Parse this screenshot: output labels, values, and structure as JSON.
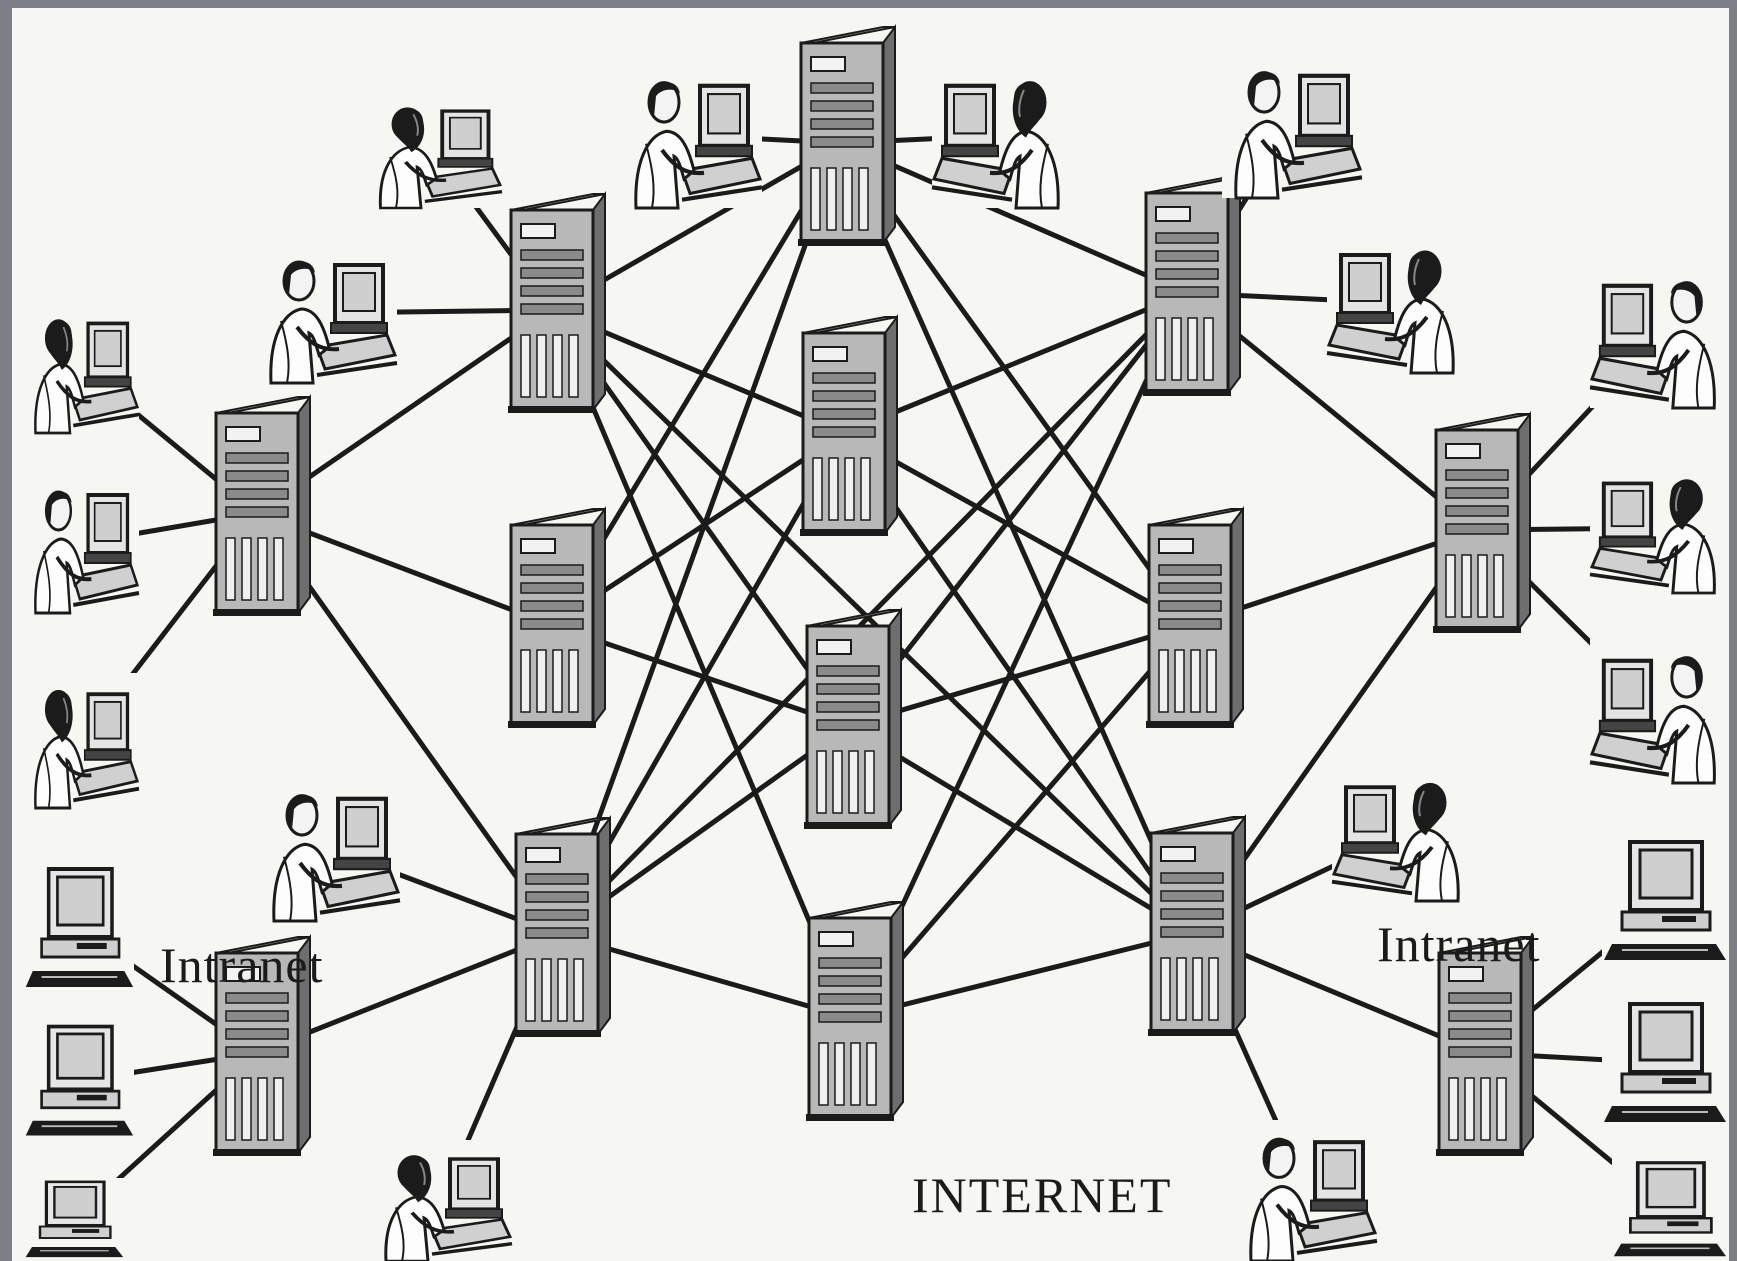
{
  "labels": {
    "intranet_left": "Intranet",
    "intranet_right": "Intranet",
    "internet": "INTERNET"
  },
  "colors": {
    "ink": "#1b1b1b",
    "paper": "#f6f6f3",
    "server_fill": "#b8b8b8",
    "server_side": "#6e6e6e",
    "screen": "#cfcfcf",
    "border": "#7d7f86"
  },
  "icons": {
    "server": "server-tower-icon",
    "workstation": "person-at-computer-icon",
    "desktop": "desktop-computer-icon"
  }
}
